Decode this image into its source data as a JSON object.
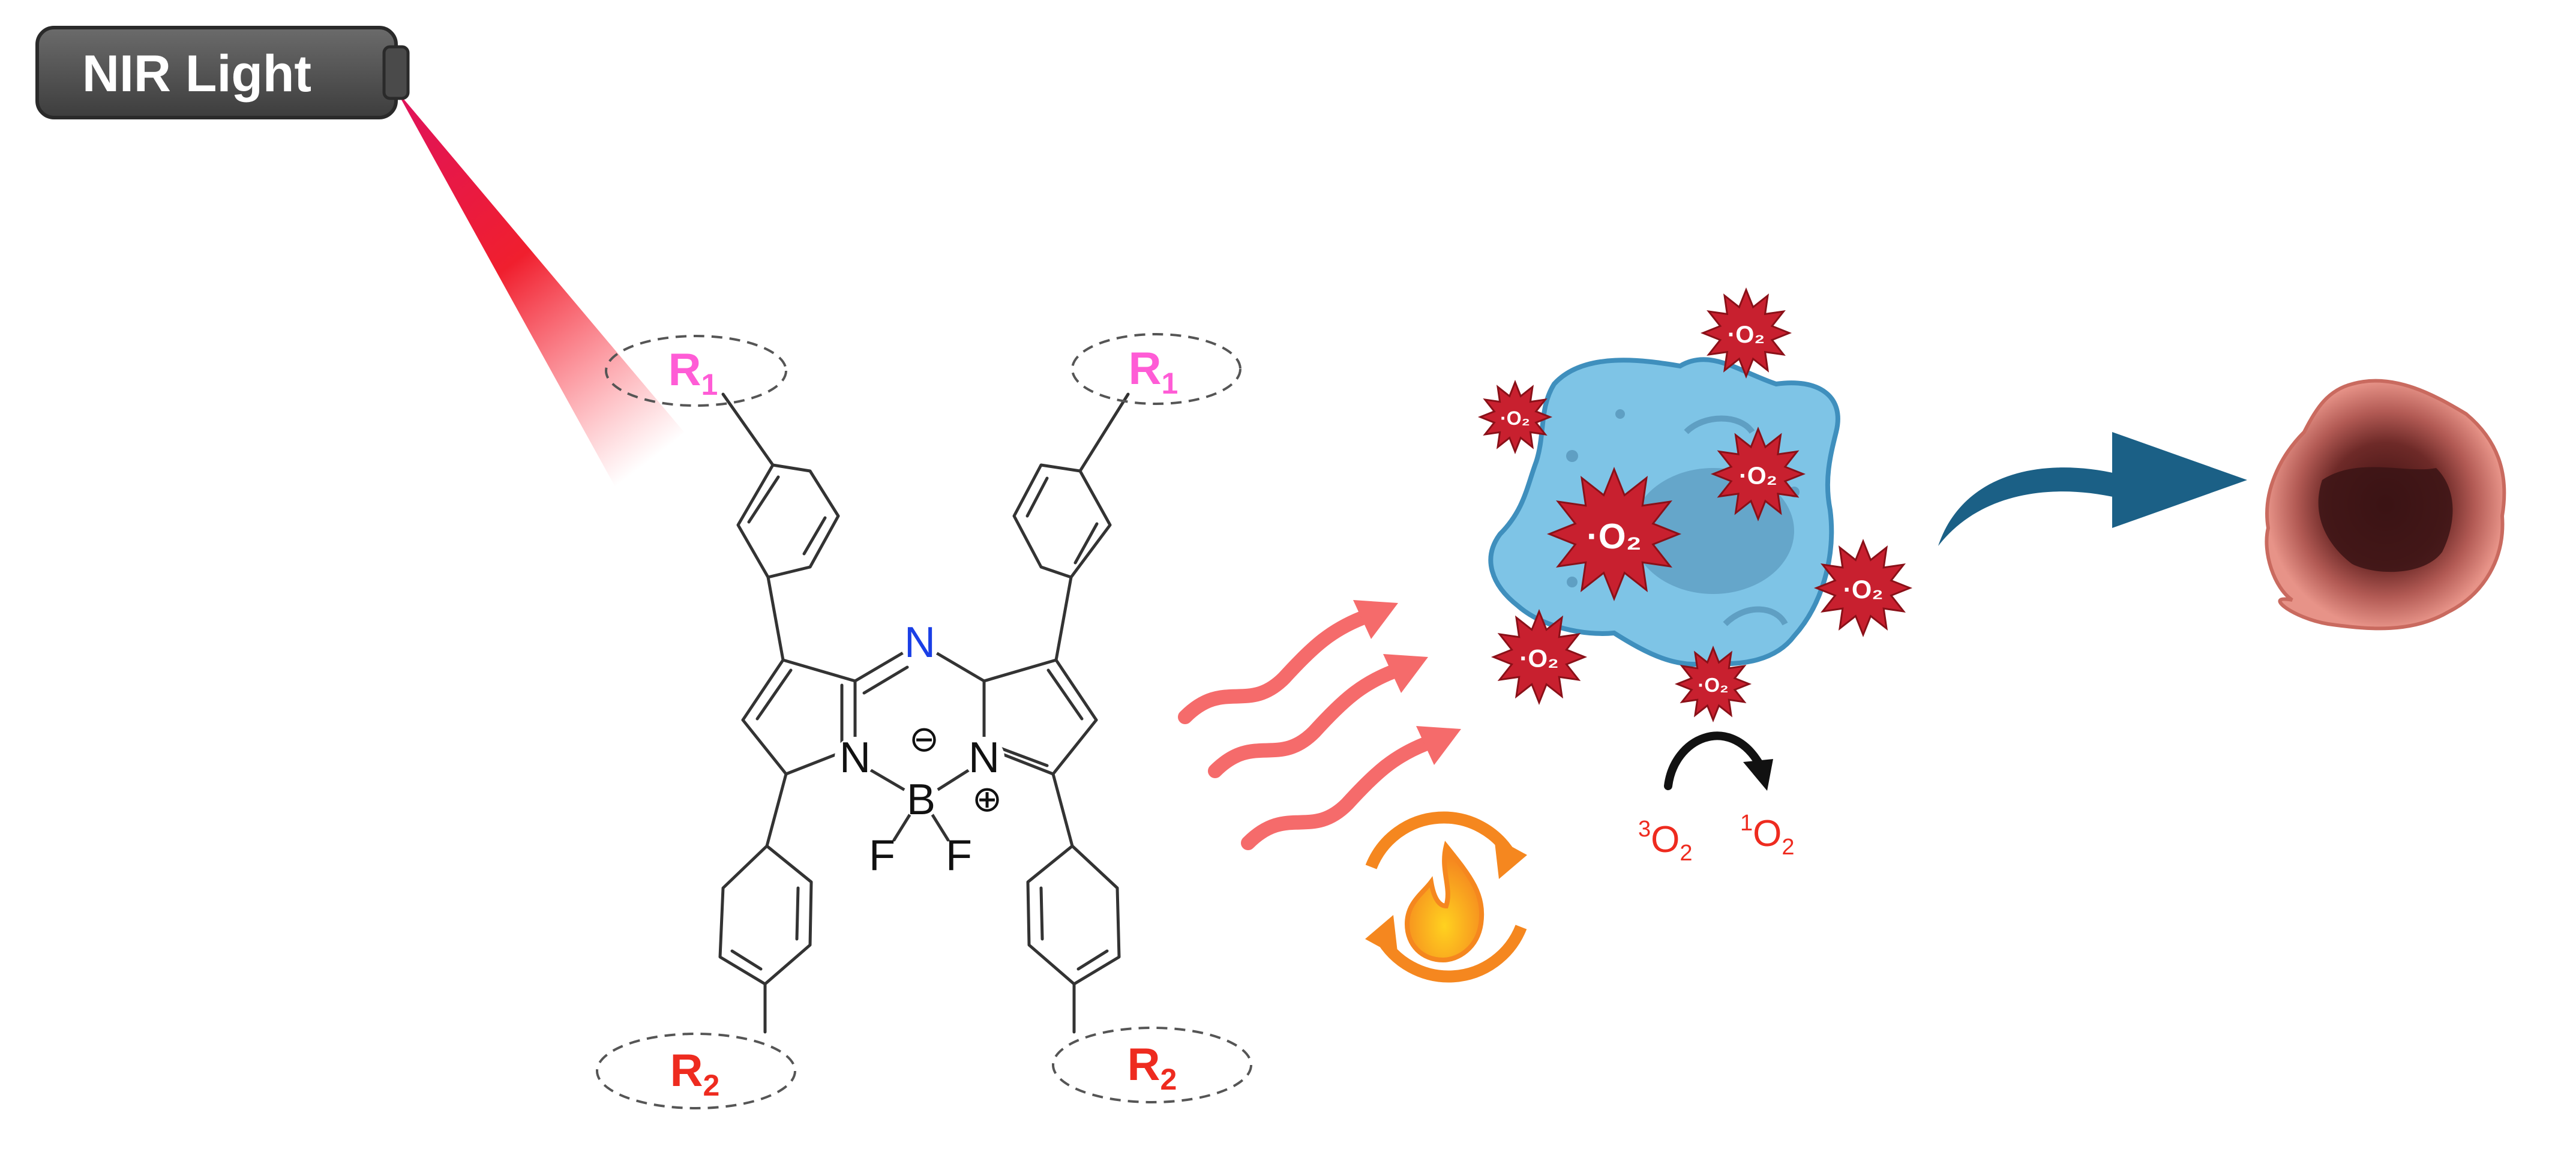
{
  "lamp": {
    "label": "NIR Light"
  },
  "molecule": {
    "bridge_atom": "N",
    "pyrrole_left_atom": "N",
    "pyrrole_right_atom": "N",
    "boron_atom": "B",
    "boron_charge": "⊖",
    "nitrogen_charge": "⊕",
    "fluorine_left": "F",
    "fluorine_right": "F",
    "substituents": {
      "r1_symbol": "R",
      "r1_sub": "1",
      "r2_symbol": "R",
      "r2_sub": "2"
    }
  },
  "species": {
    "reactive_oxygen_label": "·O₂",
    "triplet_oxygen": {
      "superscript": "3",
      "base": "O",
      "subscript": "2"
    },
    "singlet_oxygen": {
      "superscript": "1",
      "base": "O",
      "subscript": "2"
    }
  },
  "colors": {
    "laser": "#e8204e",
    "r1": "#ff5cd6",
    "r2": "#ee2b1f",
    "nitrogen_bridge": "#1a3fe6",
    "heat_wave": "#f56b6b",
    "flame_cycle": "#f5871f",
    "ros_star": "#c8202f",
    "cell": "#7ec4e6",
    "nucleus": "#5f9fc3",
    "arrow": "#1b6086",
    "dead_cell": "#e48c82"
  }
}
